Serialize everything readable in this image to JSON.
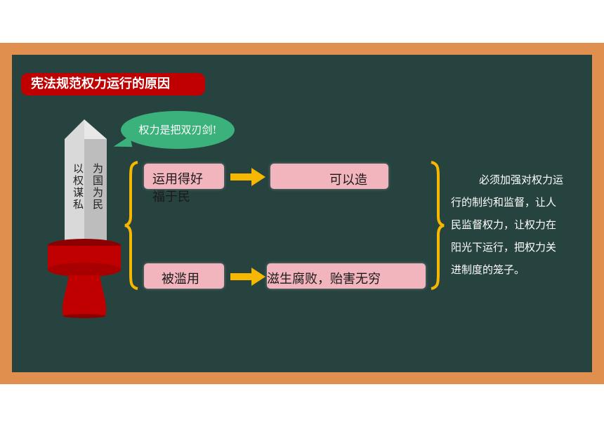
{
  "slide": {
    "title": "宪法规范权力运行的原因",
    "bubble_text": "权力是把双刃剑!",
    "sword": {
      "left_text": "以权谋私",
      "right_text": "为国为民"
    },
    "rows": {
      "good": {
        "cause": "运用得好",
        "cause_extra": "福于民",
        "result": "可以造"
      },
      "bad": {
        "cause": "被滥用",
        "result": "滋生腐败，贻害无穷"
      }
    },
    "note": {
      "line1": "必须加强对权力运",
      "line2": "行的制约和监督，让人",
      "line3": "民监督权力，让权力在",
      "line4": "阳光下运行，把权力关",
      "line5": "进制度的笼子。"
    }
  },
  "colors": {
    "frame": "#e08f4f",
    "board": "#27433f",
    "title_bg": "#c00000",
    "bubble": "#3bb27b",
    "box": "#f3b5bd",
    "arrow": "#f6b700",
    "brace": "#f6b700",
    "sword_base": "#c00000"
  },
  "icons": [
    "sword-icon",
    "arrow-right-icon",
    "left-brace-icon",
    "right-brace-icon"
  ]
}
